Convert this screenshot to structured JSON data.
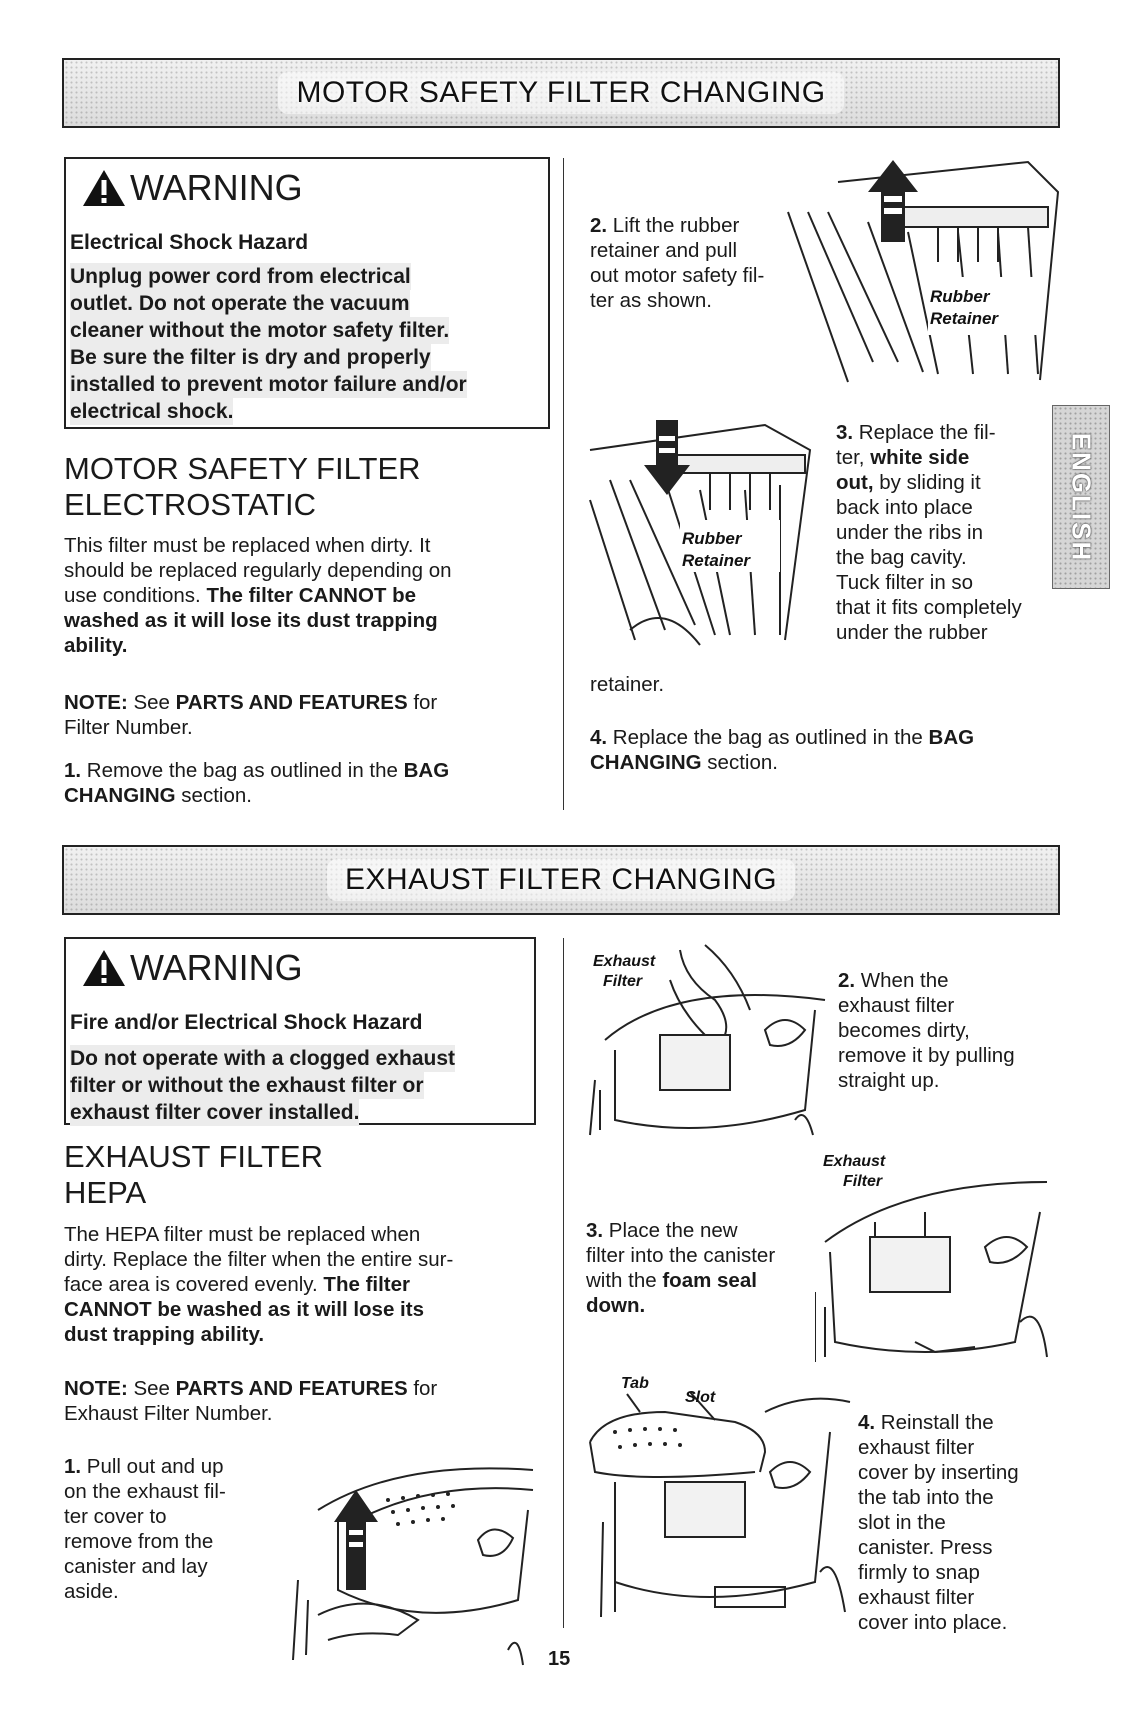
{
  "top_section": {
    "banner": "MOTOR SAFETY FILTER CHANGING",
    "warning": {
      "title": "WARNING",
      "hazard": "Electrical Shock Hazard",
      "lines": [
        "Unplug power cord from electrical",
        "outlet. Do not operate the vacuum",
        "cleaner without the motor safety filter.",
        "Be sure the filter is dry and properly",
        "installed to prevent motor failure and/or",
        "electrical shock."
      ]
    },
    "heading_1": "MOTOR SAFETY FILTER",
    "heading_2": "ELECTROSTATIC",
    "para": {
      "l1": "This filter must be replaced when dirty. It",
      "l2": "should be replaced regularly depending on",
      "l3a": "use conditions.",
      "l3b": " The filter CANNOT be",
      "l4": "washed as it will lose its dust trapping",
      "l5": "ability."
    },
    "note": {
      "label": "NOTE:",
      "pre": " See ",
      "ref": "PARTS AND FEATURES",
      "post": " for",
      "l2": "Filter Number."
    },
    "step1": {
      "num": "1.",
      "t1": " Remove the bag as outlined in the ",
      "ref1": "BAG",
      "ref2": "CHANGING",
      "t2": " section."
    },
    "step2": {
      "num": "2.",
      "l1": " Lift the rubber",
      "l2": "retainer and pull",
      "l3": "out motor safety fil-",
      "l4": "ter as shown."
    },
    "step3": {
      "num": "3.",
      "l1": " Replace the fil-",
      "l2a": "ter, ",
      "l2b": "white side",
      "l3a": "out,",
      "l3b": " by sliding it",
      "l4": "back into place",
      "l5": "under the ribs in",
      "l6": "the bag cavity.",
      "l7": "Tuck filter in so",
      "l8": "that it fits completely",
      "l9": "under the rubber",
      "l10": "retainer."
    },
    "step4": {
      "num": "4.",
      "t1": " Replace the bag as outlined in the ",
      "ref1": "BAG",
      "ref2": "CHANGING",
      "t2": " section."
    },
    "fig_label_1": "Rubber",
    "fig_label_2": "Retainer",
    "side_tab": "ENGLISH"
  },
  "bottom_section": {
    "banner": "EXHAUST FILTER CHANGING",
    "warning": {
      "title": "WARNING",
      "hazard": "Fire and/or Electrical Shock Hazard",
      "lines": [
        "Do not operate with a clogged exhaust",
        "filter or without the exhaust filter or",
        "exhaust filter cover installed."
      ]
    },
    "heading_1": "EXHAUST FILTER",
    "heading_2": "HEPA",
    "para": {
      "l1": "The HEPA filter must be replaced when",
      "l2": "dirty. Replace the filter when the entire sur-",
      "l3a": "face area is covered evenly.",
      "l3b": " The filter",
      "l4": "CANNOT be washed as it will lose its",
      "l5": "dust trapping ability."
    },
    "note": {
      "label": "NOTE:",
      "pre": " See ",
      "ref": "PARTS AND FEATURES",
      "post": " for",
      "l2": "Exhaust Filter Number."
    },
    "step1": {
      "num": "1.",
      "l1": " Pull out and up",
      "l2": "on the exhaust fil-",
      "l3": "ter cover to",
      "l4": "remove from the",
      "l5": "canister and lay",
      "l6": "aside."
    },
    "step2": {
      "num": "2.",
      "l1": " When the",
      "l2": "exhaust filter",
      "l3": "becomes dirty,",
      "l4": "remove it by pulling",
      "l5": "straight up."
    },
    "step3": {
      "num": "3.",
      "l1": " Place the new",
      "l2": "filter into the canister",
      "l3a": "with the ",
      "l3b": "foam seal",
      "l4": "down."
    },
    "step4": {
      "num": "4.",
      "l1": " Reinstall the",
      "l2": "exhaust filter",
      "l3": "cover by inserting",
      "l4": "the tab into the",
      "l5": "slot in the",
      "l6": "canister. Press",
      "l7": "firmly to snap",
      "l8": "exhaust filter",
      "l9": "cover into place."
    },
    "fig_exhaust": "Exhaust",
    "fig_filter": "Filter",
    "fig_tab": "Tab",
    "fig_slot": "Slot"
  },
  "page_number": "15"
}
